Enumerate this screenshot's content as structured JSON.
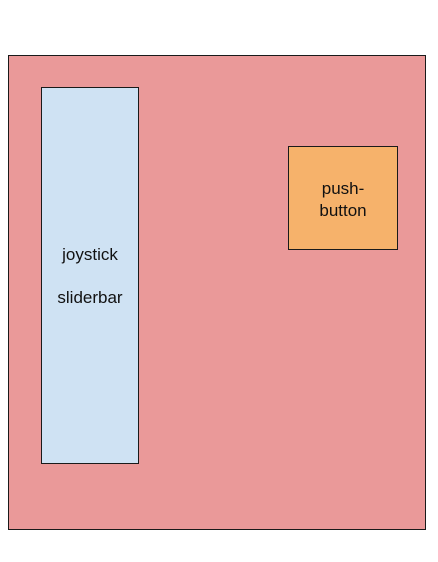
{
  "colors": {
    "panel_fill": "#ea9999",
    "sliderbar_fill": "#cfe2f3",
    "pushbutton_fill": "#f6b26b",
    "border": "#1a1a1a"
  },
  "sliderbar": {
    "line1": "joystick",
    "line2": "sliderbar"
  },
  "pushbutton": {
    "line1": "push-",
    "line2": "button"
  }
}
